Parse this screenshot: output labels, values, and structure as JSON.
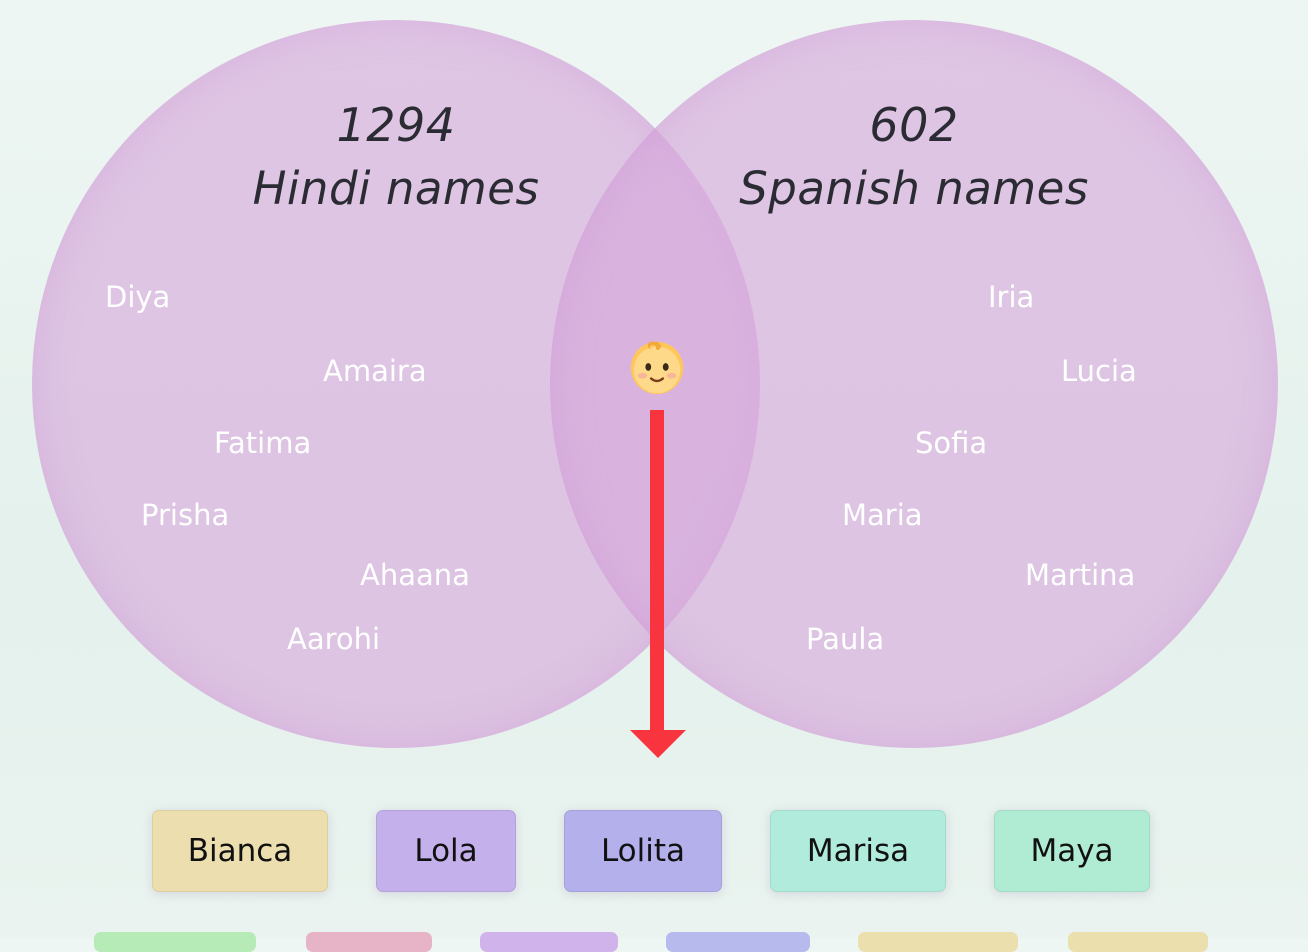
{
  "venn": {
    "left": {
      "count": "1294",
      "label": "Hindi names",
      "names": [
        "Diya",
        "Amaira",
        "Fatima",
        "Prisha",
        "Ahaana",
        "Aarohi"
      ]
    },
    "right": {
      "count": "602",
      "label": "Spanish names",
      "names": [
        "Iria",
        "Lucia",
        "Sofia",
        "Maria",
        "Martina",
        "Paula"
      ]
    },
    "center_icon": "baby-face-emoji"
  },
  "colors": {
    "circle_fill": "#d8a8dc",
    "arrow": "#f8353f",
    "background": "#e8f3ee"
  },
  "results": {
    "row1": [
      {
        "label": "Bianca",
        "color": "#ecdeae"
      },
      {
        "label": "Lola",
        "color": "#c4b0ea"
      },
      {
        "label": "Lolita",
        "color": "#b4b0ec"
      },
      {
        "label": "Marisa",
        "color": "#b0ebdb"
      },
      {
        "label": "Maya",
        "color": "#b0ebd3"
      }
    ],
    "row2_colors": [
      "#b6eab6",
      "#e6b3c7",
      "#d1b3ec",
      "#b6baec",
      "#ecdfae",
      "#ecdfae"
    ]
  }
}
